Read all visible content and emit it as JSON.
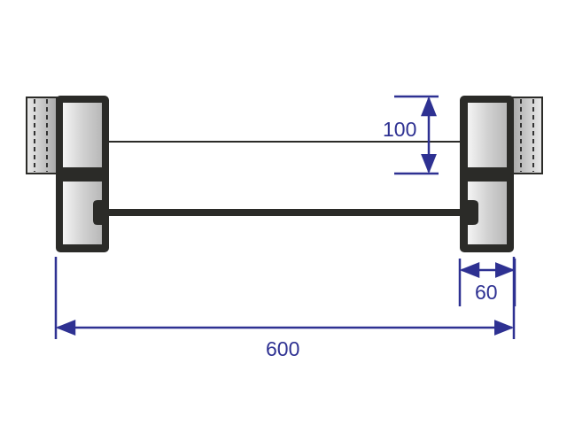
{
  "dimensions": {
    "height_label": "100",
    "frame_width_label": "60",
    "total_width_label": "600"
  },
  "colors": {
    "dimension": "#2e3192",
    "profile": "#2b2b28",
    "fill": "#d8d8d8"
  }
}
